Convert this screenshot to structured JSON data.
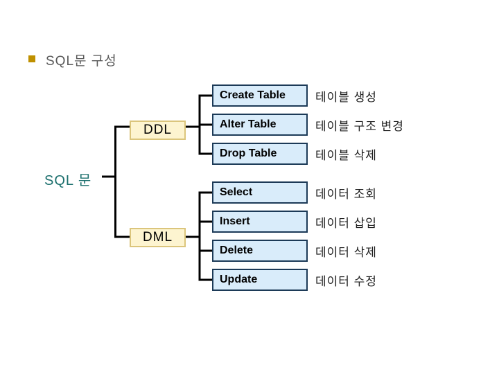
{
  "slide": {
    "title": "SQL문 구성"
  },
  "icons": {
    "bullet": "gold-square"
  },
  "colors": {
    "accent_gold": "#bf9000",
    "title_gray": "#595959",
    "root_teal": "#1b6f6d",
    "command_box_fill": "#d9ecfa",
    "command_box_border": "#1c3a57",
    "branch_box_fill": "#fdf4d0",
    "branch_box_border": "#dbc57c",
    "connector_line": "#000000"
  },
  "tree": {
    "root": {
      "label": "SQL 문"
    },
    "branches": [
      {
        "label": "DDL",
        "children": [
          {
            "command": "Create Table",
            "description": "테이블 생성"
          },
          {
            "command": "Alter Table",
            "description": "테이블 구조 변경"
          },
          {
            "command": "Drop Table",
            "description": "테이블 삭제"
          }
        ]
      },
      {
        "label": "DML",
        "children": [
          {
            "command": "Select",
            "description": "데이터 조회"
          },
          {
            "command": "Insert",
            "description": "데이터 삽입"
          },
          {
            "command": "Delete",
            "description": "데이터 삭제"
          },
          {
            "command": "Update",
            "description": "데이터 수정"
          }
        ]
      }
    ]
  }
}
